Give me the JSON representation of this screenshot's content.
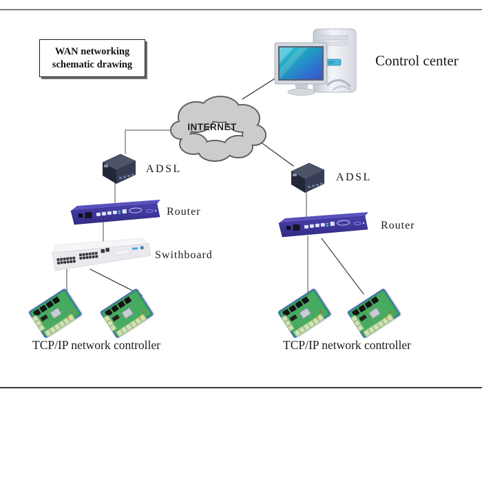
{
  "diagram": {
    "title": {
      "line1": "WAN networking",
      "line2": "schematic drawing"
    },
    "internet": {
      "label": "INTERNET"
    },
    "control_center": {
      "label": "Control center"
    },
    "left_branch": {
      "adsl_label": "ADSL",
      "router_label": "Router",
      "switchboard_label": "Swithboard",
      "controller_label": "TCP/IP network controller"
    },
    "right_branch": {
      "adsl_label": "ADSL",
      "router_label": "Router",
      "controller_label": "TCP/IP network controller"
    }
  },
  "colors": {
    "cloud_fill": "#cccccc",
    "cloud_stroke": "#5f5f5f",
    "router_purple": "#433a9e",
    "adsl_dark": "#343b52",
    "switch_gray": "#ececf0",
    "pcb_green": "#3fa257",
    "pcb_border_blue": "#3f6fb5",
    "line_gray": "#9b9b9b",
    "line_dark": "#4a4a4a",
    "screen_teal": "#35c8d8",
    "screen_blue": "#3a55c8"
  }
}
